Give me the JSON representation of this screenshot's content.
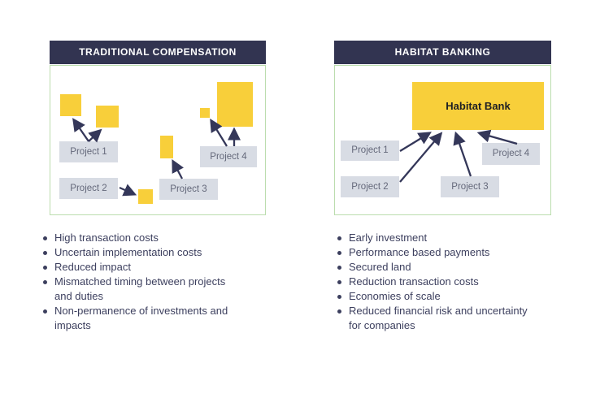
{
  "colors": {
    "header_navy": "#323451",
    "habitat_yellow": "#F8CF3A",
    "project_gray": "#D8DCE4",
    "border_green": "#BBDDAE",
    "text_dark": "#3C3F5E",
    "arrow_navy": "#343759"
  },
  "left_panel": {
    "header": "TRADITIONAL COMPENSATION",
    "project_labels": [
      "Project 1",
      "Project 2",
      "Project 3",
      "Project 4"
    ],
    "bullets": [
      "High transaction costs",
      "Uncertain implementation costs",
      "Reduced impact",
      "Mismatched timing between projects\nand duties",
      "Non-permanence of investments and\nimpacts"
    ]
  },
  "right_panel": {
    "header": "HABITAT BANKING",
    "bank_label": "Habitat Bank",
    "project_labels": [
      "Project 1",
      "Project 2",
      "Project 3",
      "Project 4"
    ],
    "bullets": [
      "Early investment",
      "Performance based payments",
      "Secured land",
      "Reduction transaction costs",
      "Economies of scale",
      "Reduced financial risk and uncertainty\nfor companies"
    ]
  }
}
